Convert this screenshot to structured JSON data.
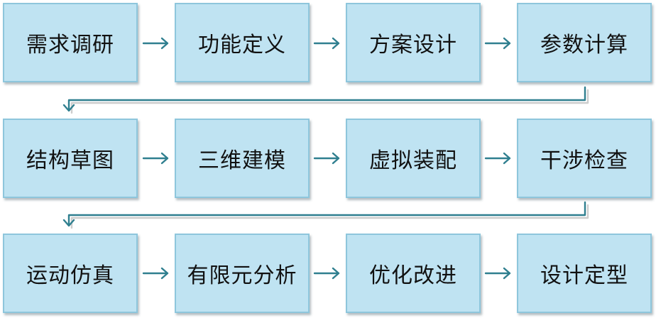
{
  "steps": [
    [
      "需求调研",
      "功能定义",
      "方案设计",
      "参数计算"
    ],
    [
      "结构草图",
      "三维建模",
      "虚拟装配",
      "干涉检查"
    ],
    [
      "运动仿真",
      "有限元分析",
      "优化改进",
      "设计定型"
    ]
  ],
  "colors": {
    "box_fill": "#bfe3f2",
    "box_border": "#8ec6dc",
    "arrow": "#2f7f8f",
    "text": "#111111"
  },
  "arrow_icon": "arrow-right-icon",
  "turn_icon": "arrow-down-left-connector-icon"
}
